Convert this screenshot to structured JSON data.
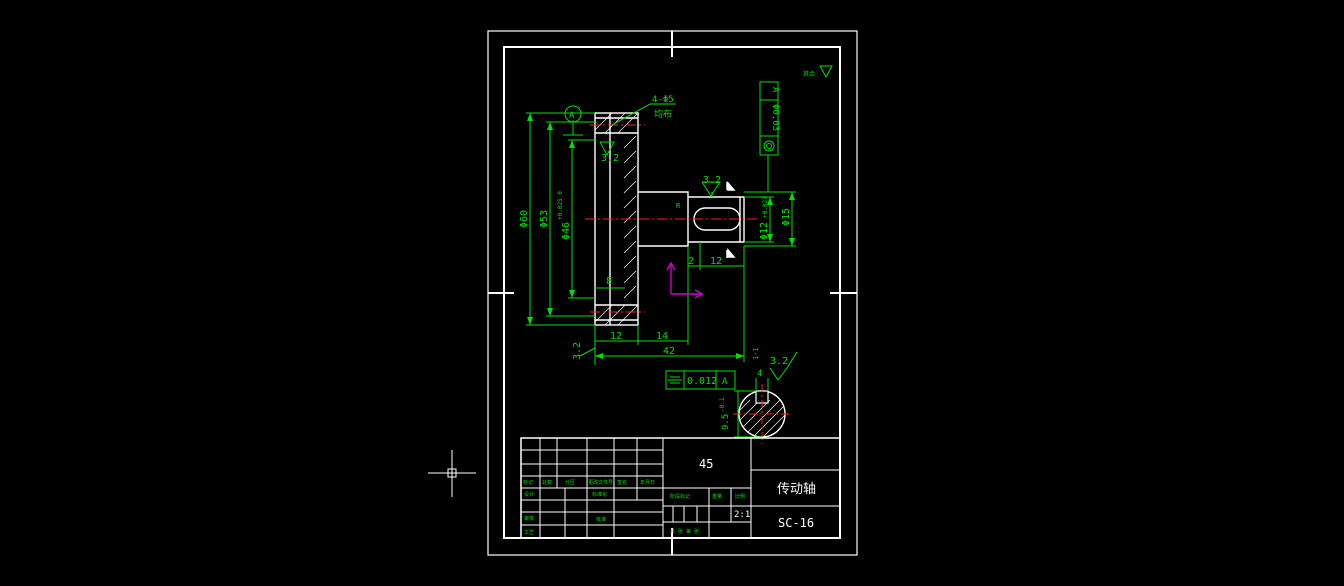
{
  "colors": {
    "background": "#000000",
    "frame": "#ffffff",
    "dimension": "#00e000",
    "centerline": "#ff2020",
    "ucs": "#d000d0",
    "hatch": "#ffffff"
  },
  "drawing": {
    "dimensions": {
      "holes": "4-Φ5",
      "holes_note": "均布",
      "d60": "Φ60",
      "d53": "Φ53",
      "d46": "Φ46",
      "d46_tol": "+0.025  0",
      "w8": "8",
      "w12": "12",
      "w14": "14",
      "w42": "42",
      "d15": "Φ15",
      "d12": "Φ12",
      "d12_tol": "+0.027",
      "key2": "2",
      "key12": "12",
      "sec4": "4",
      "sec95": "9.5",
      "sec95_tol": "-0.1",
      "sec_label": "1-1",
      "small_r": "R"
    },
    "roughness": [
      "3.2",
      "3.2",
      "3.2",
      "3.2"
    ],
    "roughness_general": "其余",
    "datum": "A",
    "gtol_perp": "Φ0.03",
    "gtol_perp_ref": "A",
    "gtol_sym": "0.012",
    "gtol_sym_ref": "A"
  },
  "title_block": {
    "material": "45",
    "part_name": "传动轴",
    "drawing_no": "SC-16",
    "scale": "2:1",
    "labels_left": [
      "标记",
      "处数",
      "分区",
      "更改文件号",
      "签名",
      "年月日"
    ],
    "labels_rows": [
      "设计",
      "审核",
      "工艺"
    ],
    "label_std": "标准化",
    "label_approve": "批准",
    "label_stage": "阶段标记",
    "label_weight": "重量",
    "label_ratio": "比例",
    "label_sheet": "共  张  第  张"
  }
}
